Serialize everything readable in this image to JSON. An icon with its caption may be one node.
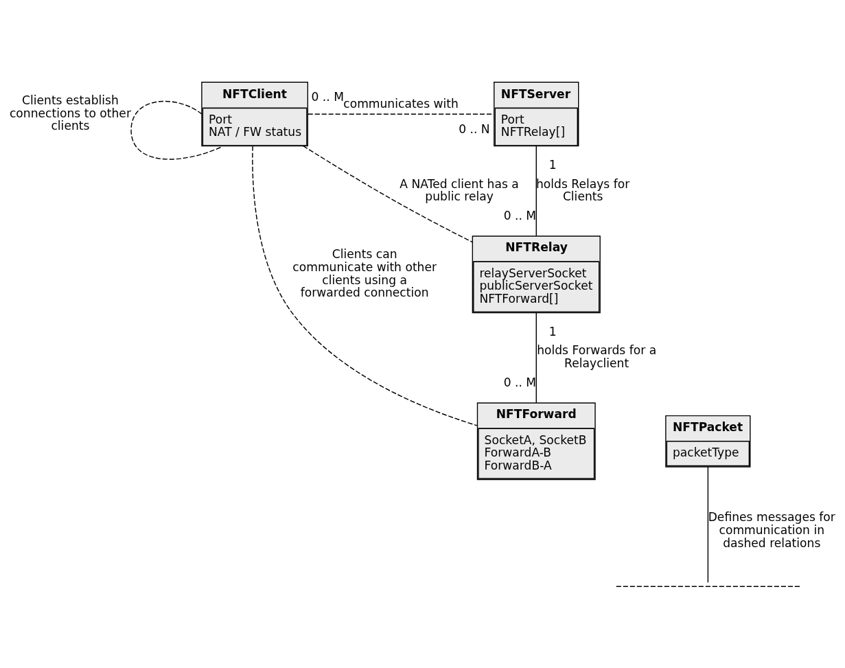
{
  "diagram": {
    "nodes": [
      {
        "text": [
          "NFTClient",
          "Port",
          "NAT / FW status"
        ]
      },
      {
        "text": [
          "NFTServer",
          "Port",
          "NFTRelay[]"
        ]
      },
      {
        "text": [
          "NFTRelay",
          "relayServerSocket",
          "publicServerSocket",
          "NFTForward[]"
        ]
      },
      {
        "text": [
          "NFTForward",
          "SocketA, SocketB",
          "ForwardA-B",
          "ForwardB-A"
        ]
      },
      {
        "text": [
          "NFTPacket",
          "packetType"
        ]
      },
      {
        "text": [],
        "shape": "line"
      }
    ],
    "edges": [
      {
        "from": 0,
        "to": 1,
        "arrow": "none",
        "label": "communicates with",
        "style": "dashed"
      },
      {
        "from": 0,
        "to": 0,
        "arrow": "none",
        "label": "Clients establish connections to other clients",
        "style": "dashed"
      },
      {
        "from": 1,
        "to": 2,
        "arrow": "none",
        "label": "holds Relays for Clients"
      },
      {
        "from": 0,
        "to": 2,
        "arrow": "none",
        "label": "A NATed client has a public relay",
        "style": "dashed"
      },
      {
        "from": 2,
        "to": 3,
        "arrow": "none",
        "label": "holds Forwards for a Relayclient"
      },
      {
        "from": 0,
        "to": 3,
        "arrow": "none",
        "label": "Clients can communicate with other clients using a forwarded connection",
        "style": "dashed"
      },
      {
        "from": 4,
        "to": 5,
        "arrow": "none",
        "label": "Defines messages for communication in dashed relations"
      }
    ],
    "labels": [
      "0 .. M",
      "0 .. N",
      "1",
      "0 .. M",
      "1",
      "0 .. M"
    ]
  }
}
